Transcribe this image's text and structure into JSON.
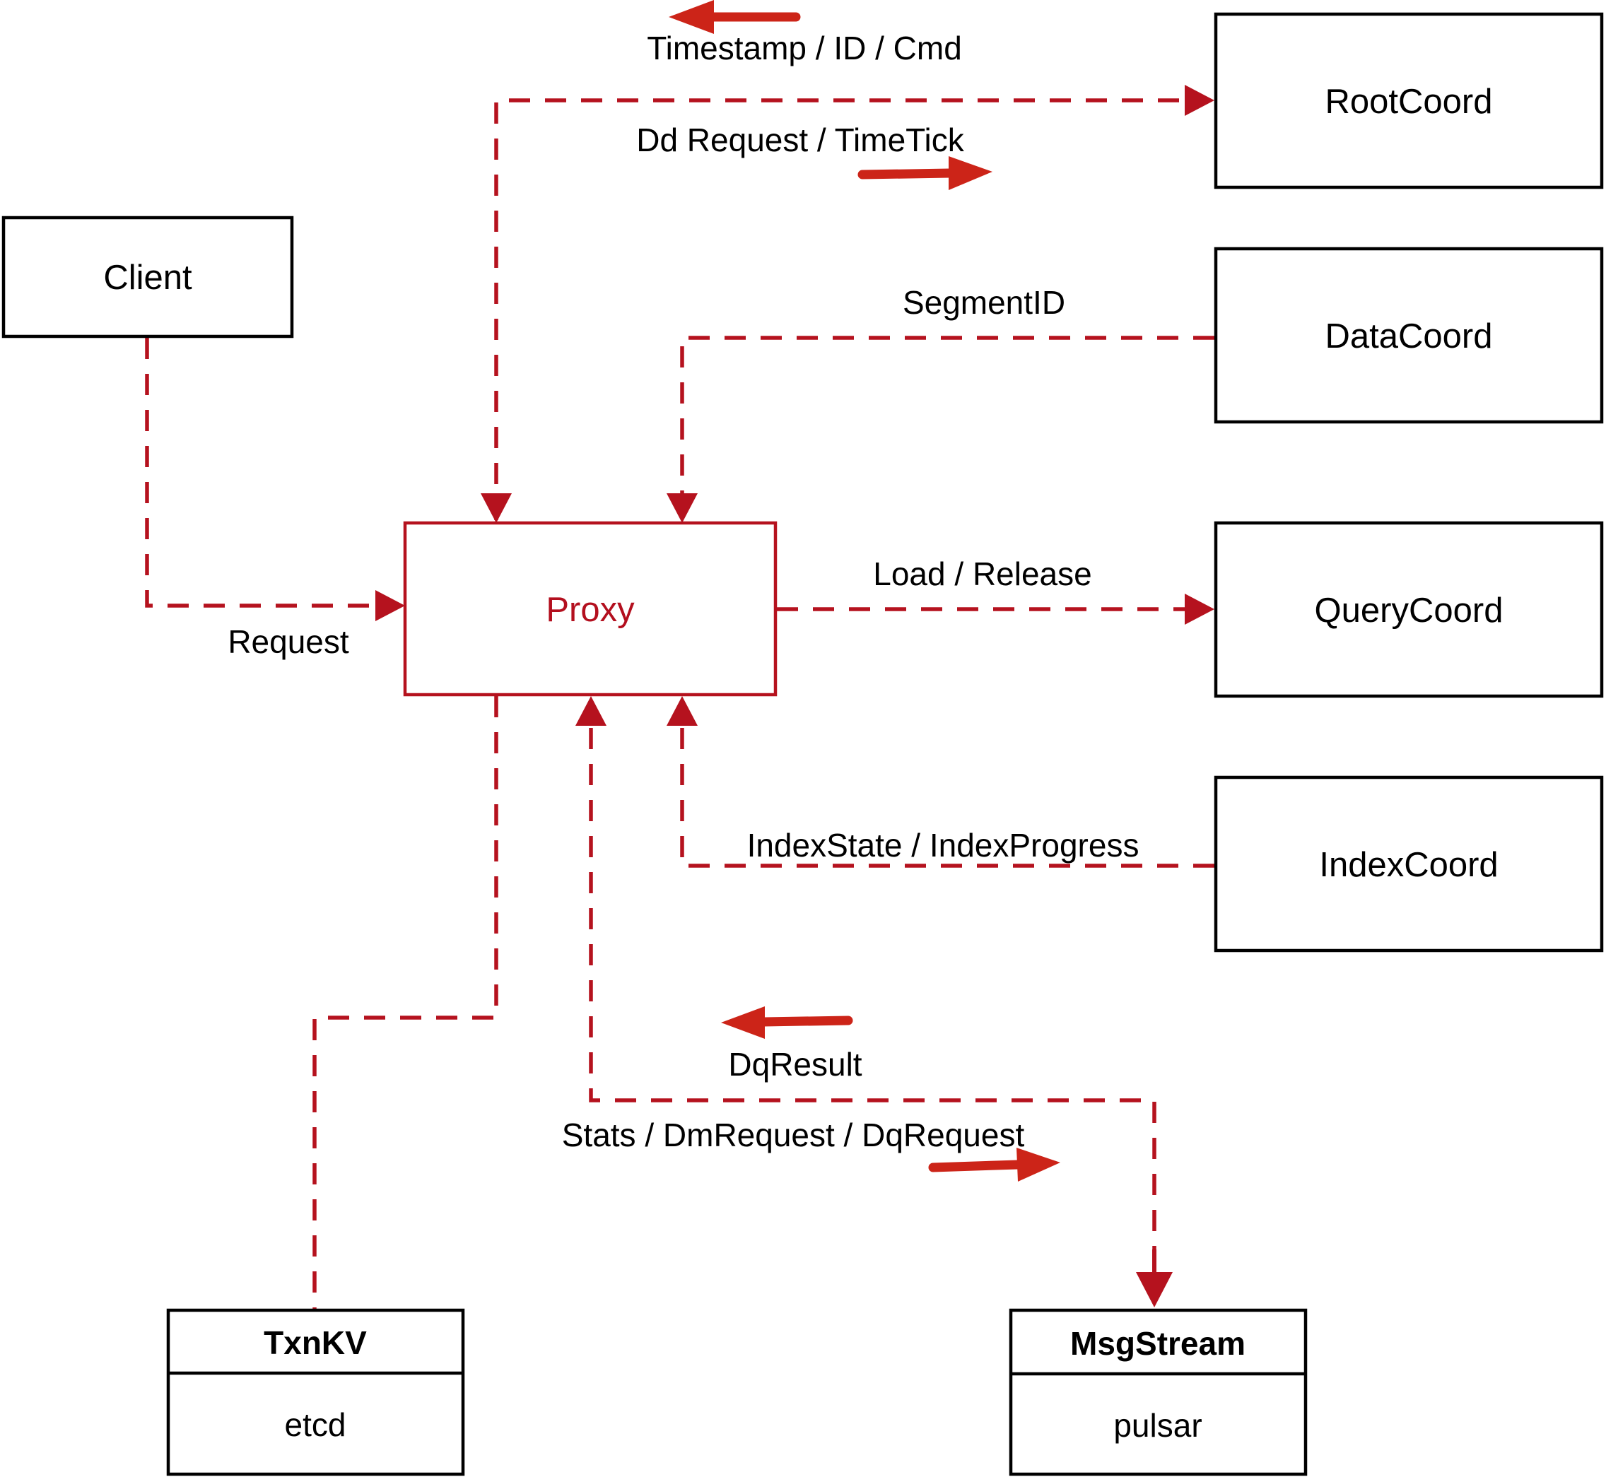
{
  "colors": {
    "background": "#ffffff",
    "border": "#000000",
    "text": "#000000",
    "line": "#b5121e",
    "arrow": "#cc2418",
    "proxy_text": "#b30f1e"
  },
  "nodes": {
    "client": {
      "label": "Client"
    },
    "proxy": {
      "label": "Proxy"
    },
    "rootcoord": {
      "label": "RootCoord"
    },
    "datacoord": {
      "label": "DataCoord"
    },
    "querycoord": {
      "label": "QueryCoord"
    },
    "indexcoord": {
      "label": "IndexCoord"
    },
    "txnkv": {
      "title": "TxnKV",
      "body": "etcd"
    },
    "msgstream": {
      "title": "MsgStream",
      "body": "pulsar"
    }
  },
  "edges": {
    "proxy_rootcoord": {
      "label_up": "Timestamp / ID / Cmd",
      "label_down": "Dd Request / TimeTick"
    },
    "datacoord_proxy": {
      "label": "SegmentID"
    },
    "proxy_querycoord": {
      "label": "Load / Release"
    },
    "indexcoord_proxy": {
      "label": "IndexState / IndexProgress"
    },
    "client_proxy": {
      "label": "Request"
    },
    "msgstream_proxy": {
      "label_up": "DqResult",
      "label_down": "Stats / DmRequest / DqRequest"
    }
  }
}
